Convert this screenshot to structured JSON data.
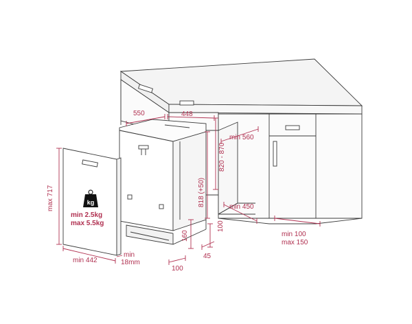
{
  "dimensions": {
    "cabinet_depth": "550",
    "niche_width": "448",
    "niche_height": "820 - 870",
    "min_depth": "min 560",
    "appliance_height": "818 (+50)",
    "plinth_min_depth": "min 450",
    "plinth_height": "160",
    "floor_gap": "100",
    "floor_depth": "100",
    "plinth_offset": "45",
    "plinth_clearance_min": "min 100",
    "plinth_clearance_max": "max 150",
    "panel_height": "max 717",
    "panel_width": "min 442",
    "panel_thickness_min": "min",
    "panel_thickness_value": "18mm"
  },
  "weight": {
    "icon_text": "kg",
    "min": "min  2.5kg",
    "max": "max 5.5kg"
  },
  "colors": {
    "line": "#3a3a3a",
    "dimension": "#b03050",
    "counter_top": "#f4f4f4",
    "cabinet": "#fbfbfb"
  }
}
